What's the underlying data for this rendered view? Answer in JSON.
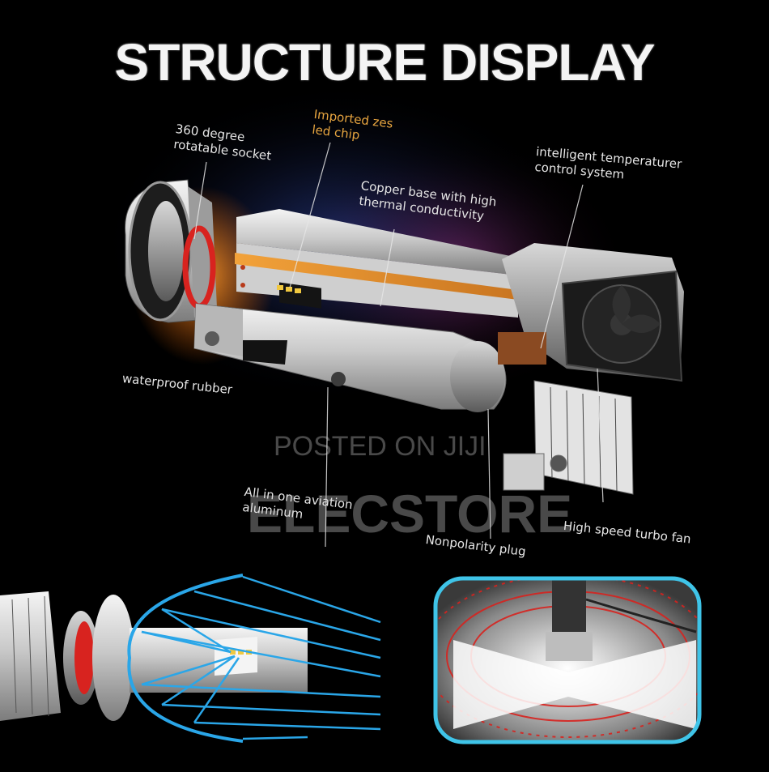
{
  "title": "STRUCTURE DISPLAY",
  "colors": {
    "background": "#000000",
    "label_white": "#e6e6e6",
    "label_gold": "#e8a640",
    "seal_red": "#d8231f",
    "beam_blue": "#2aa6e8",
    "inset_border": "#3fc4e8"
  },
  "labels": {
    "socket": {
      "line1": "360 degree",
      "line2": "rotatable socket"
    },
    "chip": {
      "line1": "Imported zes",
      "line2": "led chip"
    },
    "copper": {
      "line1": "Copper base with high",
      "line2": "thermal conductivity"
    },
    "temp": {
      "line1": "intelligent temperaturer",
      "line2": "control system"
    },
    "rubber": {
      "line1": "waterproof rubber"
    },
    "aluminum": {
      "line1": "All in one aviation",
      "line2": "aluminum"
    },
    "plug": {
      "line1": "Nonpolarity  plug"
    },
    "fan": {
      "line1": "High speed turbo fan"
    }
  },
  "watermark": {
    "line1": "POSTED ON JIJI",
    "line2": "ELECSTORE"
  }
}
